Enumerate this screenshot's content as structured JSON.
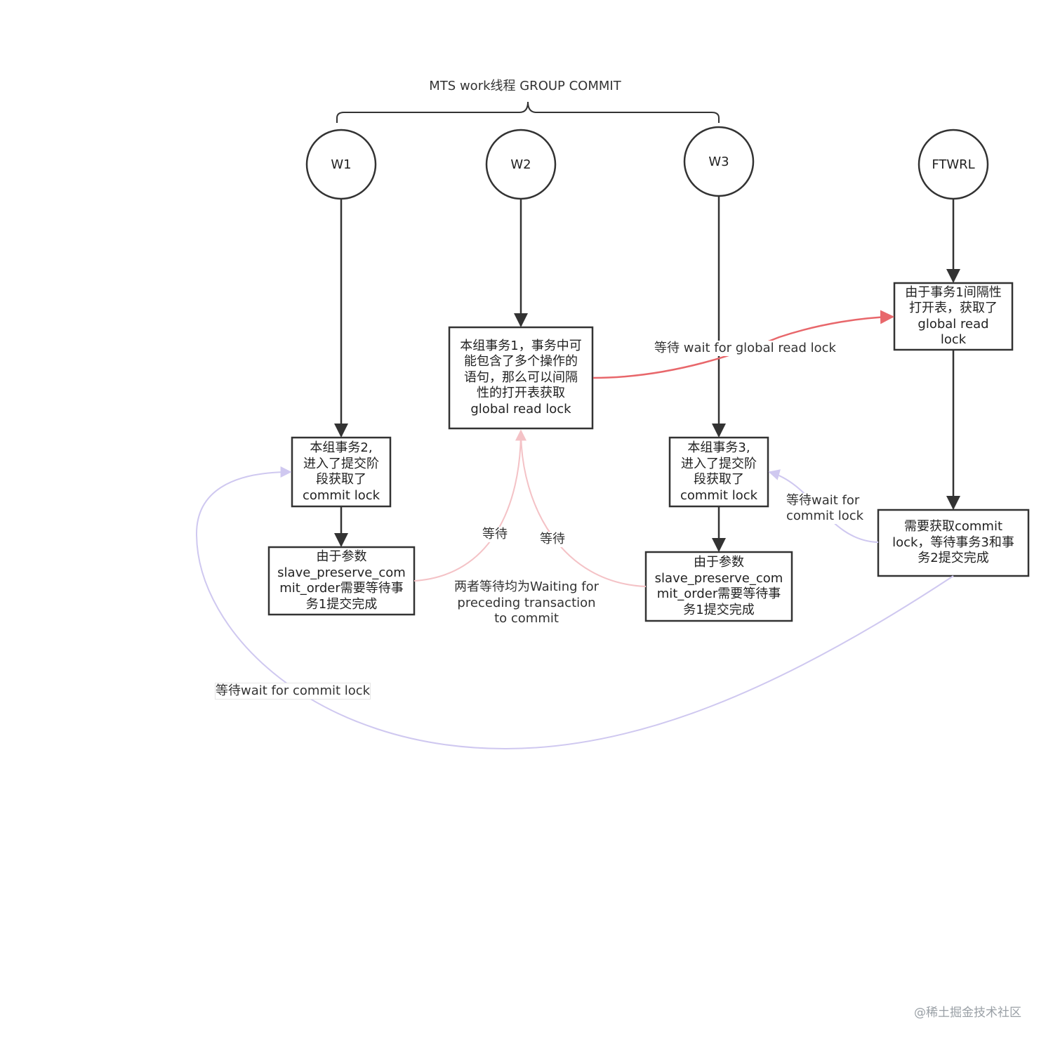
{
  "title": "MTS work线程 GROUP COMMIT",
  "workers": {
    "w1": "W1",
    "w2": "W2",
    "w3": "W3",
    "ftwrl": "FTWRL"
  },
  "boxes": {
    "w2_txn1": "本组事务1，事务中可\n能包含了多个操作的\n语句，那么可以间隔\n性的打开表获取\nglobal read lock",
    "w1_txn2": "本组事务2,\n进入了提交阶\n段获取了\ncommit lock",
    "w1_wait": "由于参数\nslave_preserve_com\nmit_order需要等待事\n务1提交完成",
    "w3_txn3": "本组事务3,\n进入了提交阶\n段获取了\ncommit lock",
    "w3_wait": "由于参数\nslave_preserve_com\nmit_order需要等待事\n务1提交完成",
    "ftwrl_grl": "由于事务1间隔性\n打开表，获取了\nglobal read\nlock",
    "ftwrl_need": "需要获取commit\nlock，等待事务3和事\n务2提交完成"
  },
  "edge_labels": {
    "wait_grl": "等待 wait for global read lock",
    "wait_left": "等待",
    "wait_right": "等待",
    "wait_commit_w3": "等待wait for\ncommit lock",
    "wait_commit_w1": "等待wait for commit lock"
  },
  "note": "两者等待均为Waiting for\npreceding transaction\nto commit",
  "watermark": "@稀土掘金技术社区",
  "colors": {
    "stroke": "#333333",
    "red_edge": "#e8676b",
    "pink_edge": "#f4c2c6",
    "purple_edge": "#cfc8f0"
  }
}
